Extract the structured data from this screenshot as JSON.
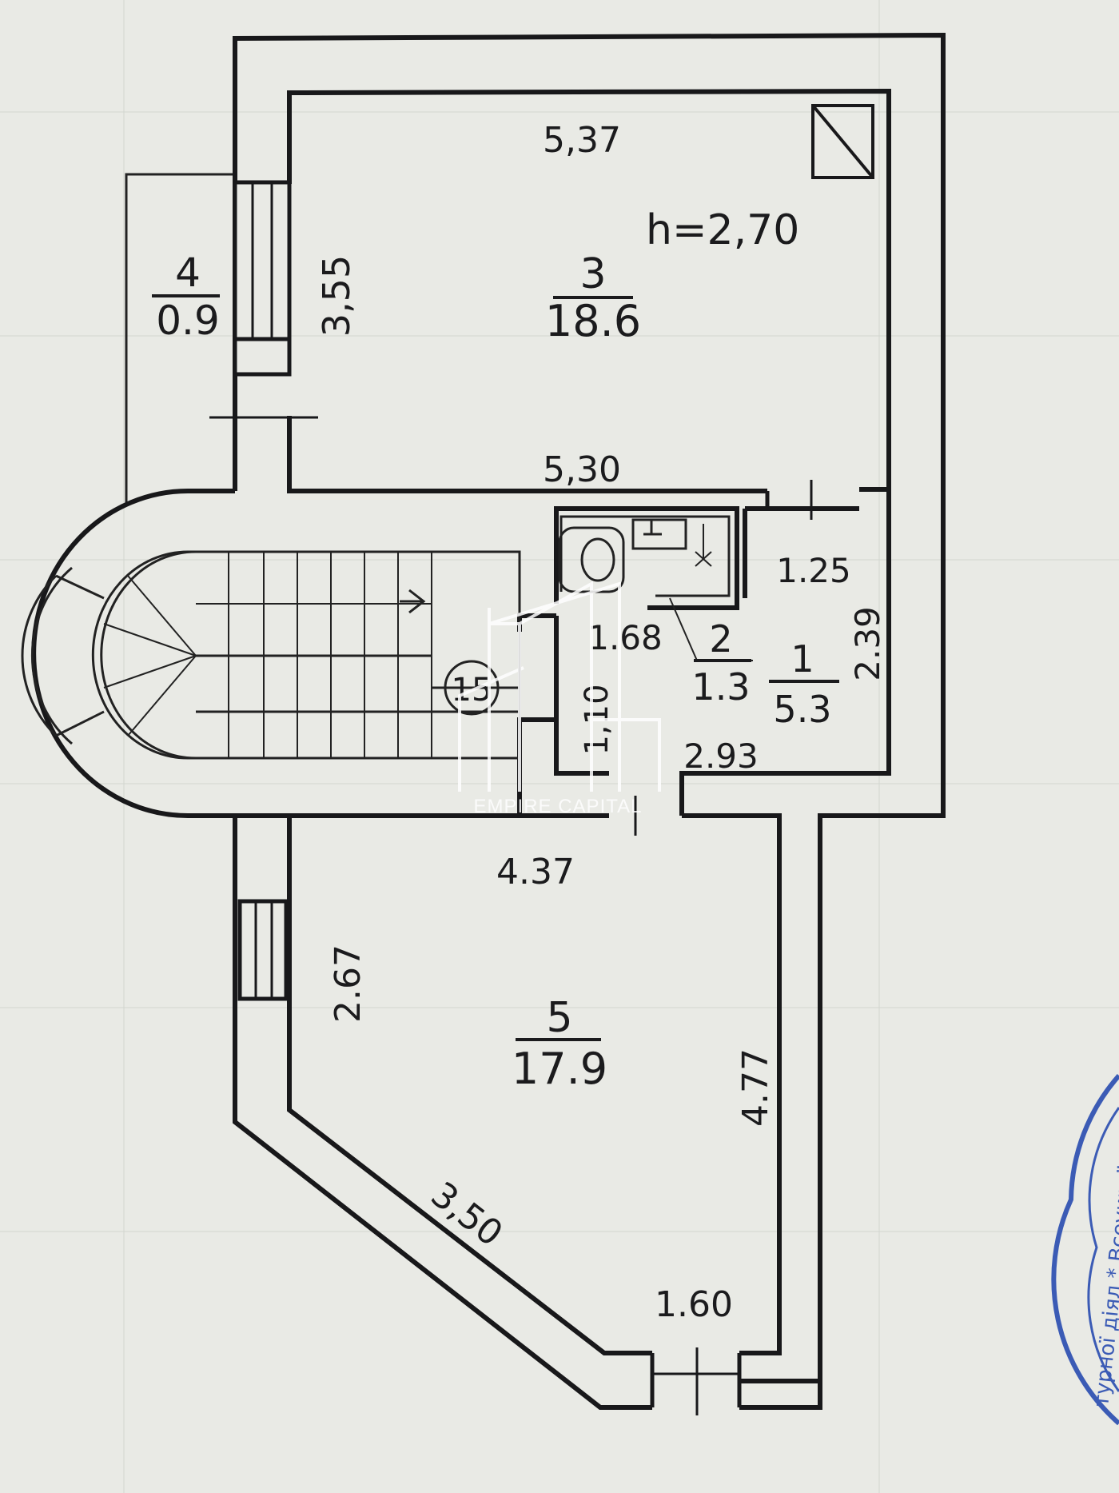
{
  "rooms": [
    {
      "number": "3",
      "area": "18.6"
    },
    {
      "number": "4",
      "area": "0.9"
    },
    {
      "number": "2",
      "area": "1.3"
    },
    {
      "number": "1",
      "area": "5.3"
    },
    {
      "number": "5",
      "area": "17.9"
    }
  ],
  "ceiling_height": "h=2,70",
  "stair_number": "15",
  "dimensions": {
    "room3_top": "5,37",
    "room3_bottom": "5,30",
    "room3_left": "3,55",
    "room1_top": "1.25",
    "room1_right": "2.39",
    "room1_bottom": "2.93",
    "hall_width": "1.68",
    "hall_depth": "1,10",
    "room5_top": "4.37",
    "room5_left": "2.67",
    "room5_right": "4.77",
    "room5_diagonal": "3,50",
    "room5_bottom": "1.60"
  },
  "watermark": "EMPIRE CAPITAL",
  "stamp_text": "турної діял * Всеукраї",
  "colors": {
    "paper": "#e9eae5",
    "ink": "#18181a",
    "stamp": "#3b5bb5",
    "watermark": "#ffffff"
  }
}
